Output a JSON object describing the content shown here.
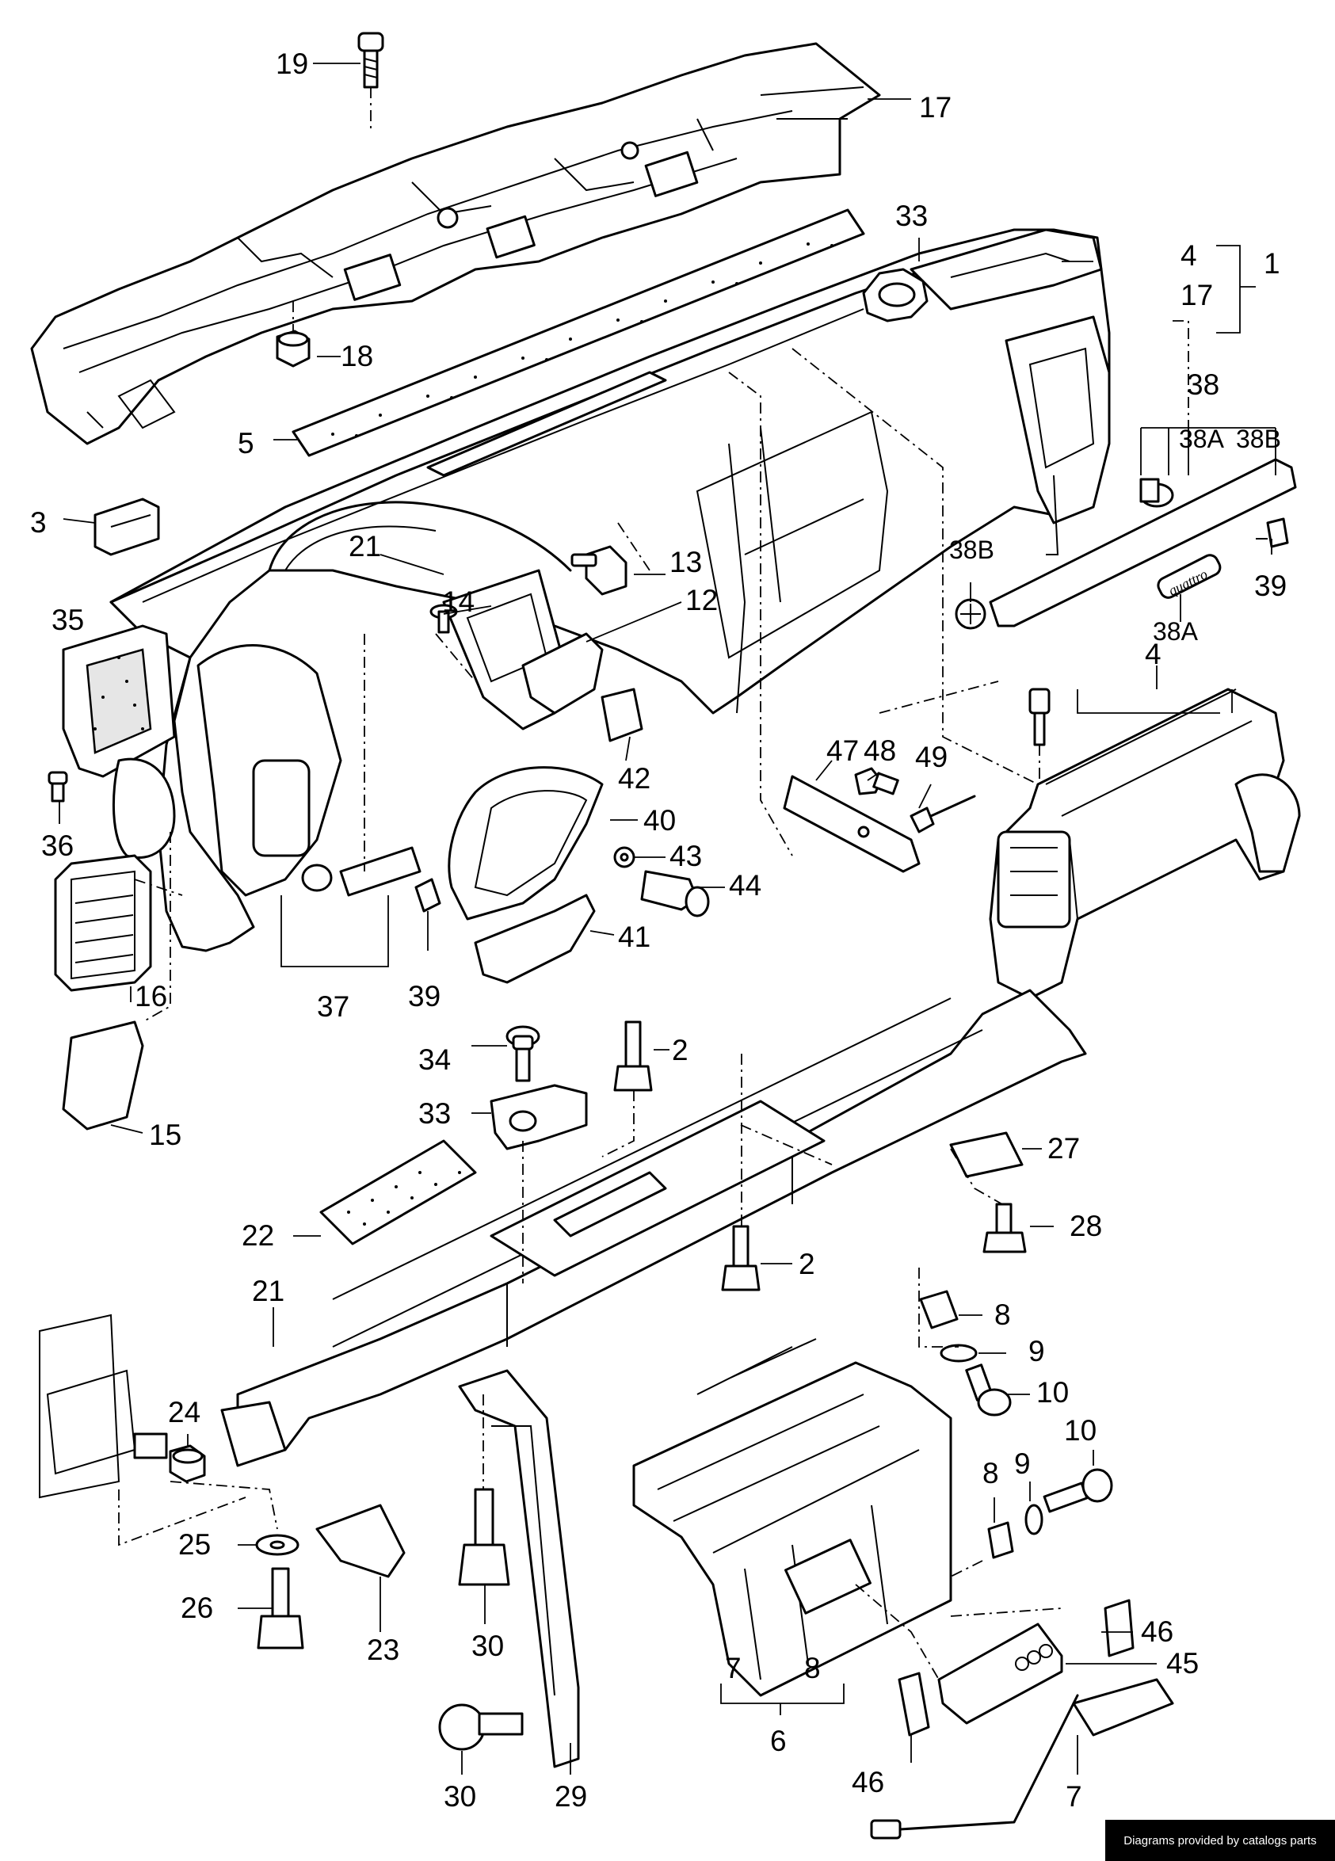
{
  "diagram": {
    "brand_badge": "quattro",
    "credit": "Diagrams provided by catalogs parts"
  },
  "labels": {
    "l19": "19",
    "l17a": "17",
    "l33a": "33",
    "l4a": "4",
    "l1": "1",
    "l17b": "17",
    "l18": "18",
    "l38": "38",
    "l38A_top": "38A",
    "l38B_top": "38B",
    "l5": "5",
    "l3": "3",
    "l21a": "21",
    "l13": "13",
    "l12": "12",
    "l14": "14",
    "l38B": "38B",
    "l39a": "39",
    "l38A": "38A",
    "l35": "35",
    "l4b": "4",
    "l47": "47",
    "l48": "48",
    "l49": "49",
    "l42": "42",
    "l40": "40",
    "l43": "43",
    "l36": "36",
    "l44": "44",
    "l41": "41",
    "l16": "16",
    "l37": "37",
    "l39b": "39",
    "l34": "34",
    "l2a": "2",
    "l33b": "33",
    "l15": "15",
    "l27": "27",
    "l22": "22",
    "l28": "28",
    "l2b": "2",
    "l21b": "21",
    "l8a": "8",
    "l9a": "9",
    "l10a": "10",
    "l24": "24",
    "l10b": "10",
    "l9b": "9",
    "l8b": "8",
    "l25": "25",
    "l26": "26",
    "l23": "23",
    "l30a": "30",
    "l46a": "46",
    "l45": "45",
    "l7a": "7",
    "l8c": "8",
    "l30b": "30",
    "l29": "29",
    "l6": "6",
    "l46b": "46",
    "l7b": "7"
  }
}
